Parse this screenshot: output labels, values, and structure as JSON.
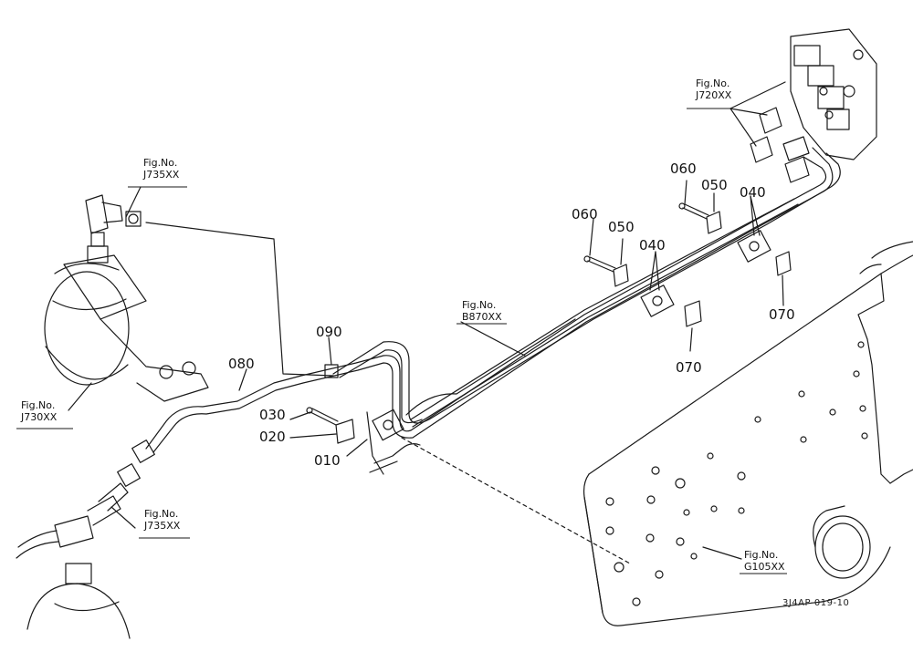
{
  "diagram": {
    "part_labels": {
      "p010": "010",
      "p020": "020",
      "p030": "030",
      "p040a": "040",
      "p040b": "040",
      "p050a": "050",
      "p050b": "050",
      "p060a": "060",
      "p060b": "060",
      "p070a": "070",
      "p070b": "070",
      "p080": "080",
      "p090": "090"
    },
    "figure_refs": {
      "j735_top": {
        "prefix": "Fig.No.",
        "code": "J735XX"
      },
      "j720": {
        "prefix": "Fig.No.",
        "code": "J720XX"
      },
      "j730": {
        "prefix": "Fig.No.",
        "code": "J730XX"
      },
      "b870": {
        "prefix": "Fig.No.",
        "code": "B870XX"
      },
      "j735_bottom": {
        "prefix": "Fig.No.",
        "code": "J735XX"
      },
      "g105": {
        "prefix": "Fig.No.",
        "code": "G105XX"
      }
    },
    "drawing_code": "3J4AP-019-10",
    "line_color": "#1a1a1a"
  }
}
